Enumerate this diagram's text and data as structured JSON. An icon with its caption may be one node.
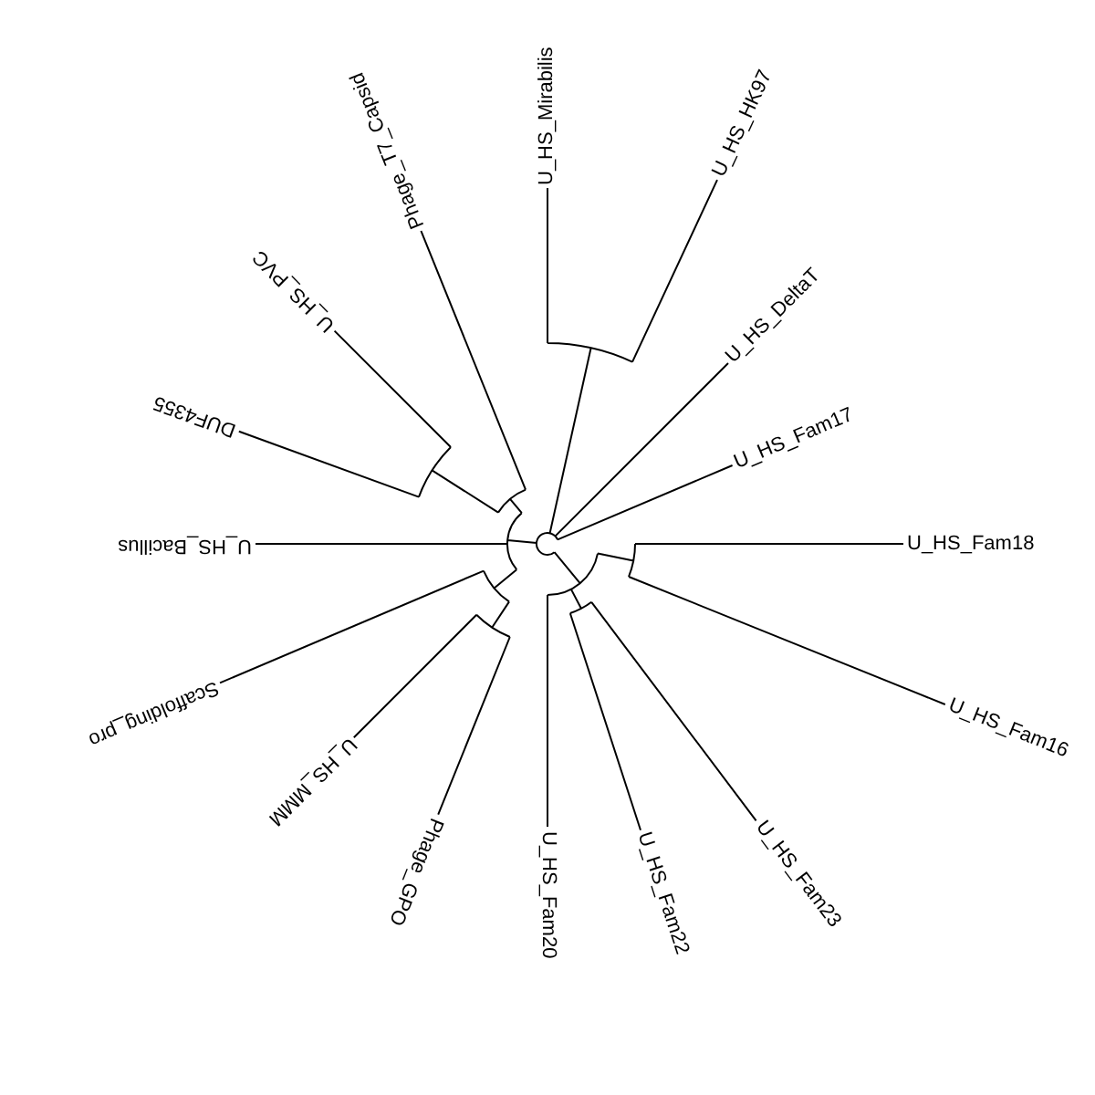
{
  "diagram": {
    "labels": [
      "Phage_T7_Capsid",
      "U_HS_Mirabilis",
      "U_HS_HK97",
      "U_HS_PVC",
      "U_HS_DeltaT",
      "DUF4355",
      "U_HS_Fam17",
      "U_HS_Bacillus",
      "U_HS_Fam18",
      "Scaffolding_pro",
      "U_HS_Fam16",
      "U_HS_MMM",
      "Phage_GPO",
      "U_HS_Fam20",
      "U_HS_Fam22",
      "U_HS_Fam23"
    ]
  }
}
